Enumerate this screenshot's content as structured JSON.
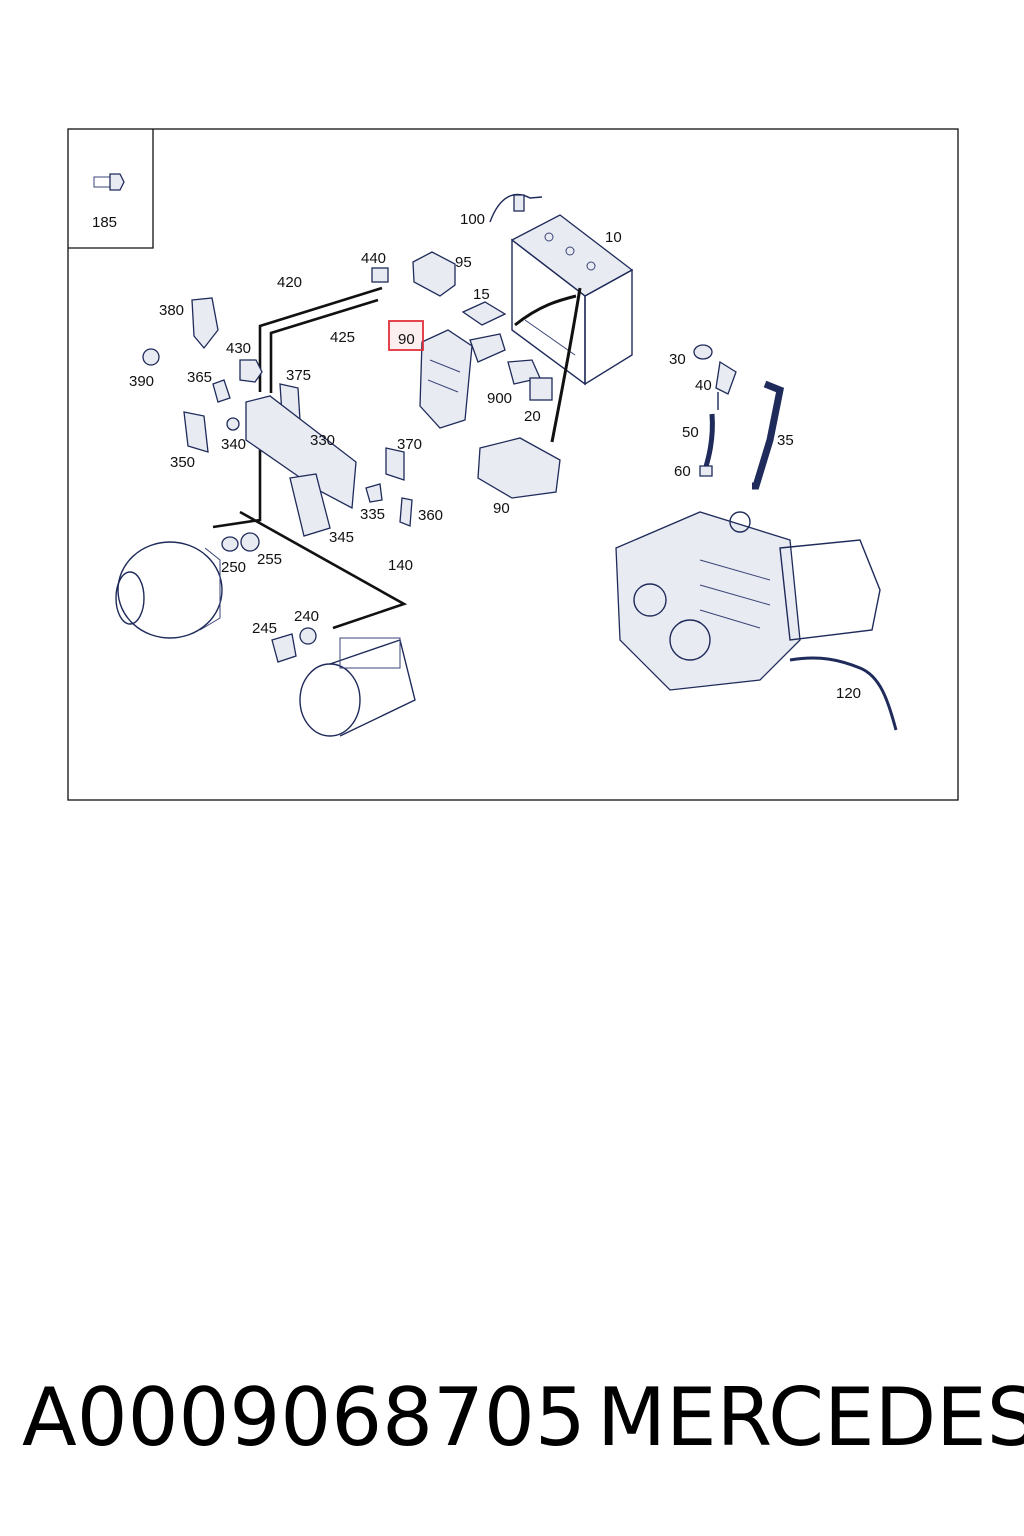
{
  "diagram": {
    "inset_callout": "185",
    "highlighted_callout": "90",
    "highlight_color": "#e0303a",
    "callouts": {
      "c100": "100",
      "c10": "10",
      "c440": "440",
      "c95": "95",
      "c420": "420",
      "c15": "15",
      "c380": "380",
      "c425": "425",
      "c430": "430",
      "c390": "390",
      "c365": "365",
      "c375": "375",
      "c900": "900",
      "c20": "20",
      "c30": "30",
      "c40": "40",
      "c330": "330",
      "c370": "370",
      "c340": "340",
      "c350": "350",
      "c50": "50",
      "c35": "35",
      "c60": "60",
      "c90b": "90",
      "c335": "335",
      "c360": "360",
      "c345": "345",
      "c250": "250",
      "c255": "255",
      "c140": "140",
      "c245": "245",
      "c240": "240",
      "c120": "120"
    }
  },
  "footer": {
    "part_number": "A0009068705",
    "brand": "MERCEDES"
  }
}
